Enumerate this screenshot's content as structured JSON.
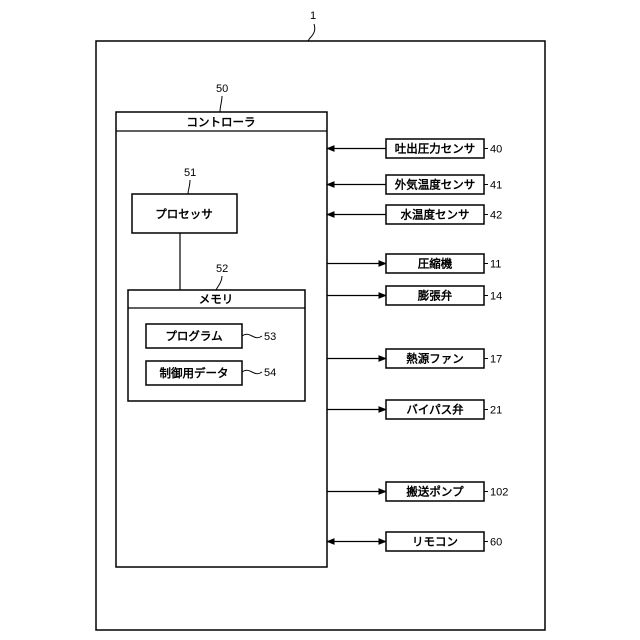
{
  "figure": {
    "ref": "1",
    "controller": {
      "ref": "50",
      "label": "コントローラ",
      "processor": {
        "ref": "51",
        "label": "プロセッサ"
      },
      "memory": {
        "ref": "52",
        "label": "メモリ",
        "program": {
          "ref": "53",
          "label": "プログラム"
        },
        "control_data": {
          "ref": "54",
          "label": "制御用データ"
        }
      }
    },
    "devices": [
      {
        "label": "吐出圧力センサ",
        "ref": "40",
        "direction": "in"
      },
      {
        "label": "外気温度センサ",
        "ref": "41",
        "direction": "in"
      },
      {
        "label": "水温度センサ",
        "ref": "42",
        "direction": "in"
      },
      {
        "label": "圧縮機",
        "ref": "11",
        "direction": "out"
      },
      {
        "label": "膨張弁",
        "ref": "14",
        "direction": "out"
      },
      {
        "label": "熱源ファン",
        "ref": "17",
        "direction": "out"
      },
      {
        "label": "バイパス弁",
        "ref": "21",
        "direction": "out"
      },
      {
        "label": "搬送ポンプ",
        "ref": "102",
        "direction": "out"
      },
      {
        "label": "リモコン",
        "ref": "60",
        "direction": "both"
      }
    ]
  }
}
